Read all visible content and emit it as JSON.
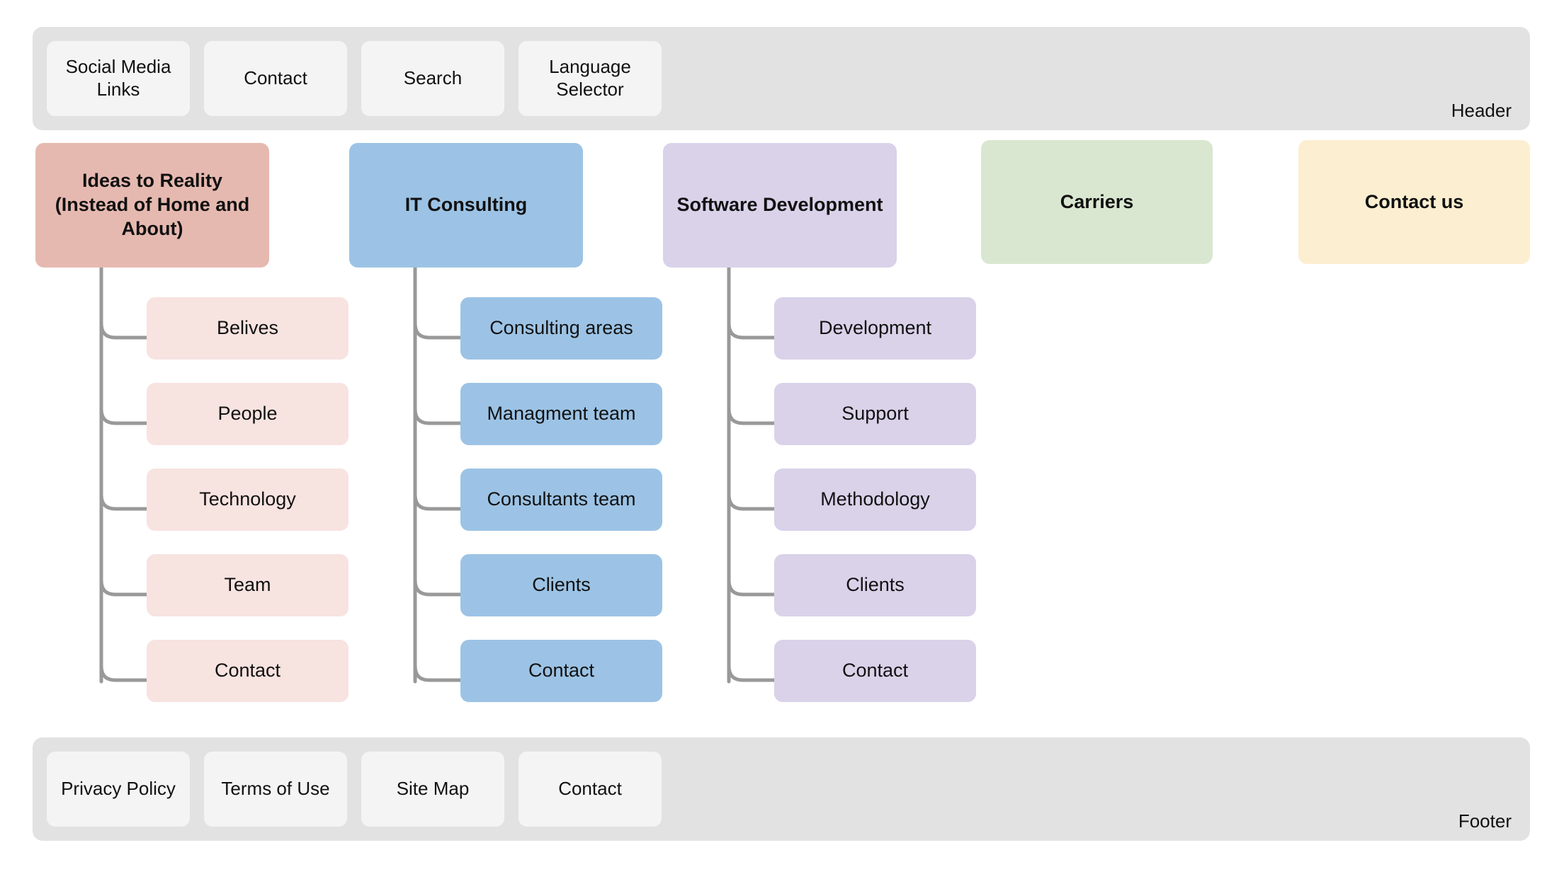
{
  "header": {
    "label": "Header",
    "bar_color": "#e2e2e2",
    "chip_color": "#f4f4f4",
    "items": [
      {
        "label": "Social Media Links"
      },
      {
        "label": "Contact"
      },
      {
        "label": "Search"
      },
      {
        "label": "Language Selector"
      }
    ]
  },
  "footer": {
    "label": "Footer",
    "bar_color": "#e2e2e2",
    "chip_color": "#f4f4f4",
    "items": [
      {
        "label": "Privacy Policy"
      },
      {
        "label": "Terms of Use"
      },
      {
        "label": "Site Map"
      },
      {
        "label": "Contact"
      }
    ]
  },
  "sitemap": {
    "columns": [
      {
        "title": "Ideas to Reality (Instead of Home and About)",
        "parent_color": "#e6b9b0",
        "child_color": "#f7e3e0",
        "children": [
          {
            "label": "Belives"
          },
          {
            "label": "People"
          },
          {
            "label": "Technology"
          },
          {
            "label": "Team"
          },
          {
            "label": "Contact"
          }
        ]
      },
      {
        "title": "IT Consulting",
        "parent_color": "#9cc3e5",
        "child_color": "#9cc3e5",
        "children": [
          {
            "label": "Consulting areas"
          },
          {
            "label": "Managment team"
          },
          {
            "label": "Consultants team"
          },
          {
            "label": "Clients"
          },
          {
            "label": "Contact"
          }
        ]
      },
      {
        "title": "Software Development",
        "parent_color": "#d9d2e9",
        "child_color": "#d9d2e9",
        "children": [
          {
            "label": "Development"
          },
          {
            "label": "Support"
          },
          {
            "label": "Methodology"
          },
          {
            "label": "Clients"
          },
          {
            "label": "Contact"
          }
        ]
      },
      {
        "title": "Carriers",
        "parent_color": "#d9e7d0",
        "child_color": "#d9e7d0",
        "children": []
      },
      {
        "title": "Contact us",
        "parent_color": "#fceed0",
        "child_color": "#fceed0",
        "children": []
      }
    ]
  },
  "connector_color": "#999999"
}
